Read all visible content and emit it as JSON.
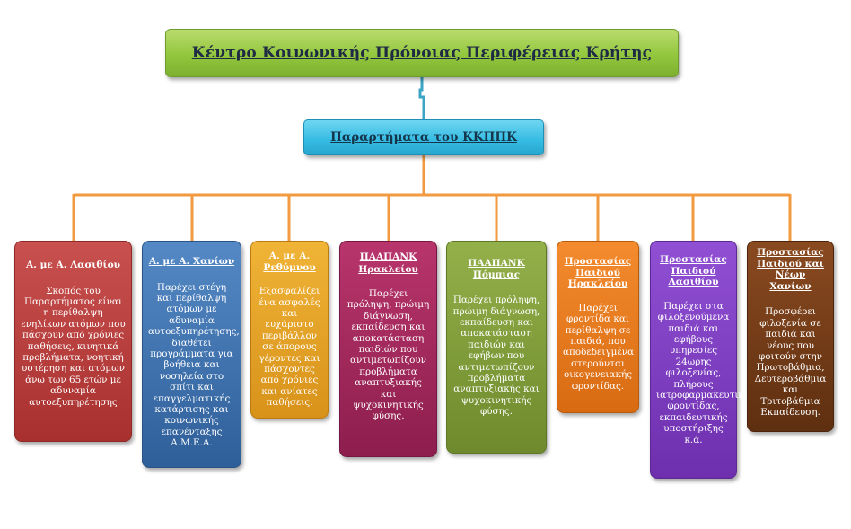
{
  "diagram": {
    "root": {
      "title": "Κέντρο Κοινωνικής Πρόνοιας Περιφέρειας Κρήτης"
    },
    "branch": {
      "title": "Παραρτήματα του ΚΚΠΠΚ"
    },
    "units": [
      {
        "title": "Α. με Α. Λασιθίου",
        "body": "Σκοπός του Παραρτήματος είναι η περίθαλψη ενηλίκων ατόμων που πάσχουν από χρόνιες παθήσεις, κινητικά προβλήματα, νοητική υστέρηση και ατόμων άνω των 65 ετών με αδυναμία αυτοεξυπηρέτησης",
        "color": "#b63c3a"
      },
      {
        "title": "Α. με Α. Χανίων",
        "body": "Παρέχει στέγη και περίθαλψη ατόμων με αδυναμία αυτοεξυπηρέτησης, διαθέτει προγράμματα για βοήθεια και νοσηλεία στο σπίτι και επαγγελματικής κατάρτισης και κοινωνικής επανένταξης Α.Μ.Ε.Α.",
        "color": "#3a6dab"
      },
      {
        "title": "Α. με Α. Ρεθύμνου",
        "body": "Εξασφαλίζει ένα ασφαλές και ευχάριστο περιβάλλον σε άπορους γέροντες και πάσχοντες από χρόνιες και ανίατες παθήσεις.",
        "color": "#e6a325"
      },
      {
        "title": "ΠΑΑΠΑΝΚ Ηρακλείου",
        "body": "Παρέχει πρόληψη, πρώιμη διάγνωση, εκπαίδευση και αποκατάσταση παιδιών που αντιμετωπίζουν προβλήματα αναπτυξιακής και ψυχοκινητικής φύσης.",
        "color": "#a12a5c"
      },
      {
        "title": "ΠΑΑΠΑΝΚ Πόμπιας",
        "body": "Παρέχει πρόληψη, πρώιμη διάγνωση, εκπαίδευση και αποκατάσταση παιδιών και εφήβων που αντιμετωπίζουν προβλήματα αναπτυξιακής και ψυχοκινητικής φύσης.",
        "color": "#7f9a37"
      },
      {
        "title": "Προστασίας Παιδιού Ηρακλείου",
        "body": "Παρέχει φροντίδα και περίθαλψη σε παιδιά, που αποδεδειγμένα στερούνται οικογενειακής φροντίδας.",
        "color": "#e67a1f"
      },
      {
        "title": "Προστασίας Παιδιού Λασιθίου",
        "body": "Παρέχει στα φιλοξενούμενα παιδιά και εφήβους υπηρεσίες 24ωρης φιλοξενίας, πλήρους ιατροφαρμακευτικής φροντίδας, εκπαιδευτικής υποστήριξης κ.ά.",
        "color": "#7b3bbf"
      },
      {
        "title": "Προστασίας Παιδιού και Νέων Χανίων",
        "body": "Προσφέρει φιλοξενία σε παιδιά και νέους που φοιτούν στην Πρωτοβάθμια, Δευτεροβάθμια και Τριτοβάθμια Εκπαίδευση.",
        "color": "#6e3916"
      }
    ],
    "colors": {
      "root_fill": "#92c73d",
      "branch_fill": "#38bde4",
      "root_to_branch_line": "#3aa6c4",
      "branch_to_units_line": "#f29a3f"
    }
  }
}
